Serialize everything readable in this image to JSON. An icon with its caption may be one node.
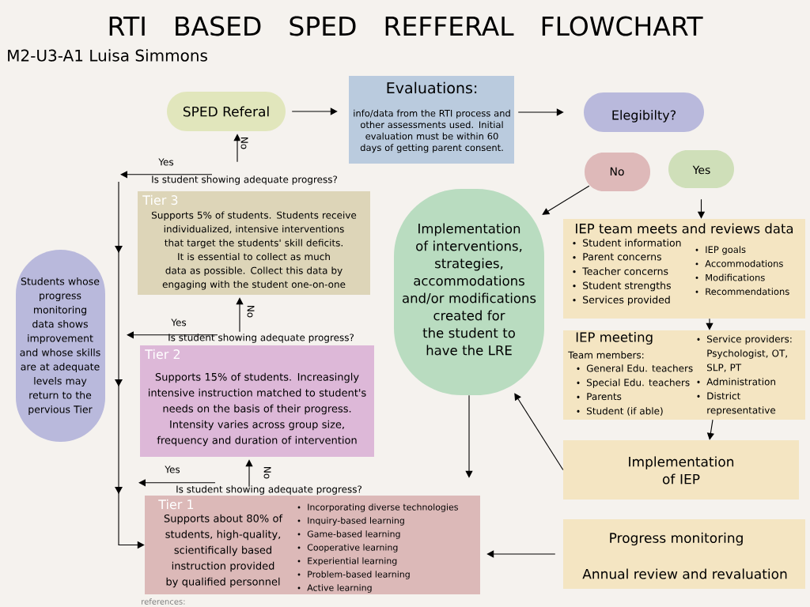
{
  "diagram": {
    "title": "RTI BASED SPED REFFERAL FLOWCHART",
    "nodes": [
      {
        "text": [
          "SPED Referal"
        ]
      },
      {
        "text": [
          "Evaluations:",
          "info/data from the RTI process and other assessments used. Initial evaluation must be within 60 days of getting parent consent."
        ]
      },
      {
        "text": [
          "Elegibilty?"
        ]
      },
      {
        "text": [
          "No"
        ]
      },
      {
        "text": [
          "Yes"
        ]
      },
      {
        "text": [
          "Is student showing adequate progress?"
        ]
      },
      {
        "text": [
          "Tier 3",
          "Supports 5% of students. Students receive individualized, intensive interventions that target the students' skill deficits. It is essential to collect as much data as possible. Collect this data by engaging with the student one-on-one"
        ]
      },
      {
        "text": [
          "Implementation of interventions, strategies, accommodations and/or modifications created for the student to have the LRE"
        ]
      },
      {
        "text": [
          "IEP team meets and reviews data",
          "Student information",
          "Parent concerns",
          "Teacher concerns",
          "Student strengths",
          "Services provided",
          "IEP goals",
          "Accommodations",
          "Modifications",
          "Recommendations"
        ]
      },
      {
        "text": [
          "Students whose progress monitoring data shows improvement and whose skills are at adequate levels may return to the pervious Tier"
        ]
      },
      {
        "text": [
          "Is student showing adequate progress?"
        ]
      },
      {
        "text": [
          "Tier 2",
          "Supports 15% of students. Increasingly intensive instruction matched to student's needs on the basis of their progress. Intensity varies across group size, frequency and duration of intervention"
        ]
      },
      {
        "text": [
          "IEP meeting",
          "Team members:",
          "General Edu. teachers",
          "Special Edu. teachers",
          "Parents",
          "Student (if able)",
          "Service providers: Psychologist, OT, SLP, PT",
          "Administration",
          "District representative"
        ]
      },
      {
        "text": [
          "Is student showing adequate progress?"
        ]
      },
      {
        "text": [
          "Tier 1",
          "Supports about 80% of students, high-quality, scientifically based instruction provided by qualified personnel",
          "Incorporating diverse technologies",
          "Inquiry-based learning",
          "Game-based learning",
          "Cooperative learning",
          "Experiential learning",
          "Problem-based learning",
          "Active learning"
        ]
      },
      {
        "text": [
          "Implementation of IEP"
        ]
      },
      {
        "text": [
          "Progress monitoring",
          "Annual review and revaluation"
        ]
      }
    ],
    "edges": [
      {
        "from": 0,
        "to": 1,
        "arrow": "to"
      },
      {
        "from": 1,
        "to": 2,
        "arrow": "to"
      },
      {
        "from": 3,
        "to": 7,
        "arrow": "to"
      },
      {
        "from": 4,
        "to": 8,
        "arrow": "to"
      },
      {
        "from": 8,
        "to": 12,
        "arrow": "to"
      },
      {
        "from": 12,
        "to": 15,
        "arrow": "to"
      },
      {
        "from": 15,
        "to": 7,
        "arrow": "to"
      },
      {
        "from": 7,
        "to": 14,
        "arrow": "to"
      },
      {
        "from": 16,
        "to": 14,
        "arrow": "to"
      },
      {
        "from": 5,
        "to": 0,
        "arrow": "to",
        "label": "No"
      },
      {
        "from": 5,
        "to": null,
        "arrow": "to",
        "label": "Yes"
      },
      {
        "from": 10,
        "to": 6,
        "arrow": "to",
        "label": "No"
      },
      {
        "from": 10,
        "to": null,
        "arrow": "to",
        "label": "Yes"
      },
      {
        "from": 13,
        "to": 11,
        "arrow": "to",
        "label": "No"
      },
      {
        "from": 13,
        "to": null,
        "arrow": "to",
        "label": "Yes"
      },
      {
        "from": null,
        "to": 14,
        "arrow": "to"
      }
    ],
    "labels": [
      "M2-U3-A1 Luisa Simmons",
      "references:"
    ]
  }
}
